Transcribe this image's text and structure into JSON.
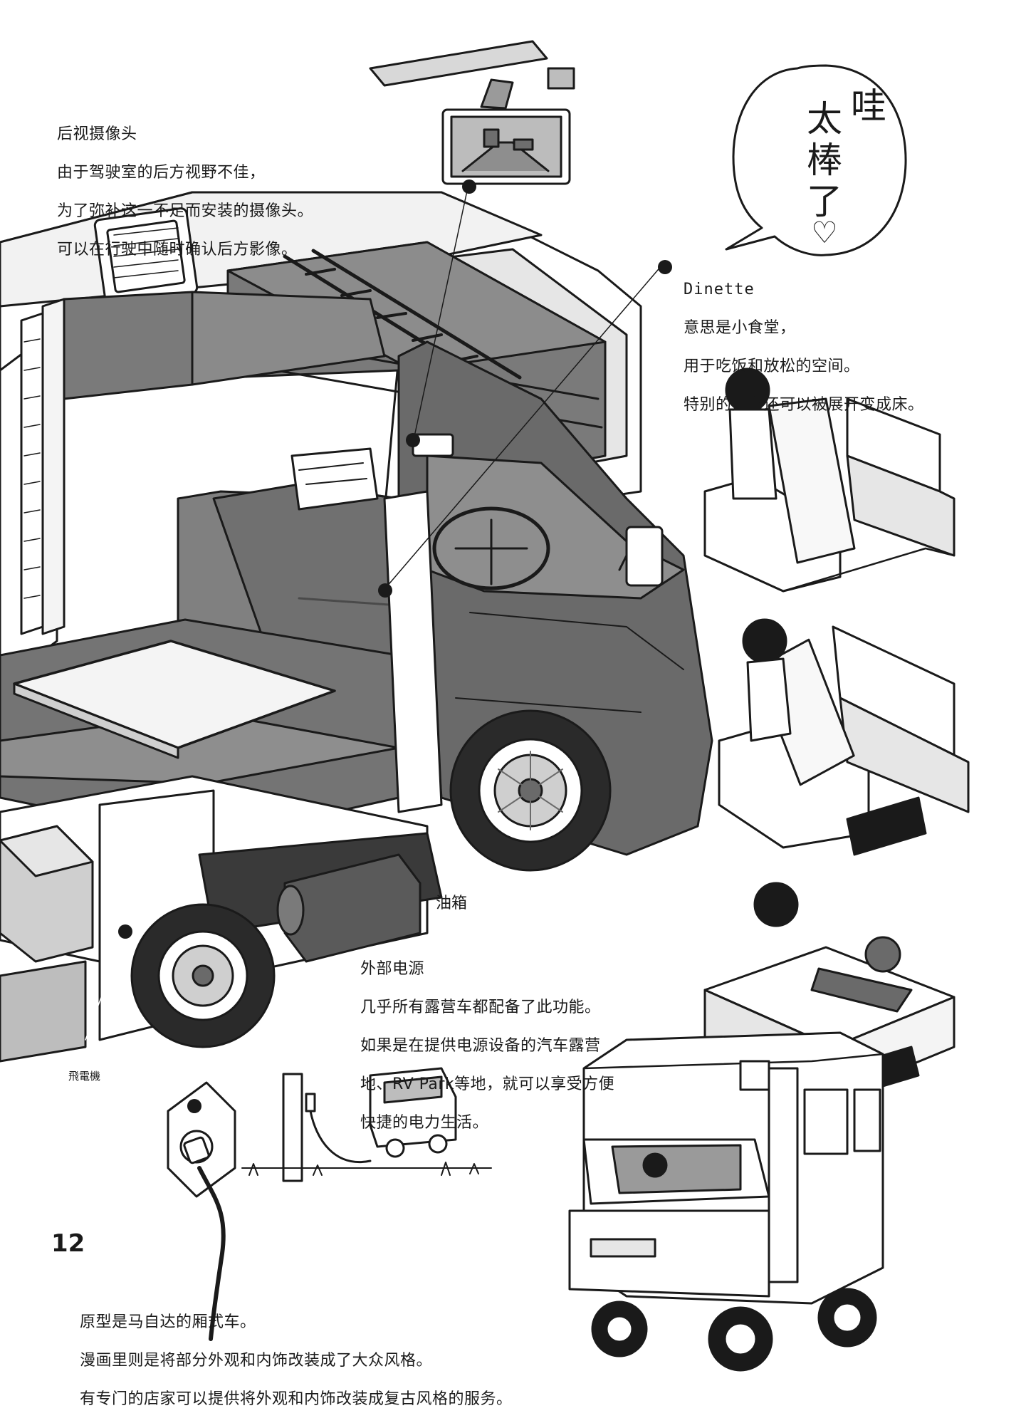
{
  "page_number": "12",
  "speech_bubble": {
    "column_right": "哇",
    "column_left_1": "太",
    "column_left_2": "棒",
    "column_left_3": "了",
    "column_left_4": "♡"
  },
  "notes": {
    "rear_camera": {
      "lines": [
        "后视摄像头",
        "由于驾驶室的后方视野不佳，",
        "为了弥补这一不足而安装的摄像头。",
        "可以在行驶中随时确认后方影像。"
      ]
    },
    "dinette": {
      "lines": [
        "Dinette",
        "意思是小食堂，",
        "用于吃饭和放松的空间。",
        "特别的是它还可以被展开变成床。"
      ]
    },
    "fuel_tank": {
      "label": "油箱"
    },
    "external_power": {
      "lines": [
        "外部电源",
        "几乎所有露营车都配备了此功能。",
        "如果是在提供电源设备的汽车露营",
        "地、RV Park等地，就可以享受方便",
        "快捷的电力生活。"
      ]
    },
    "base_model": {
      "lines": [
        "原型是马自达的厢式车。",
        "漫画里则是将部分外观和内饰改装成了大众风格。",
        "有专门的店家可以提供将外观和内饰改装成复古风格的服务。"
      ]
    }
  },
  "signature": "飛電機",
  "colors": {
    "ink": "#1a1a1a",
    "tone_dark": "#6e6e6e",
    "tone_mid": "#9a9a9a",
    "tone_light": "#cfcfcf",
    "paper": "#ffffff"
  }
}
